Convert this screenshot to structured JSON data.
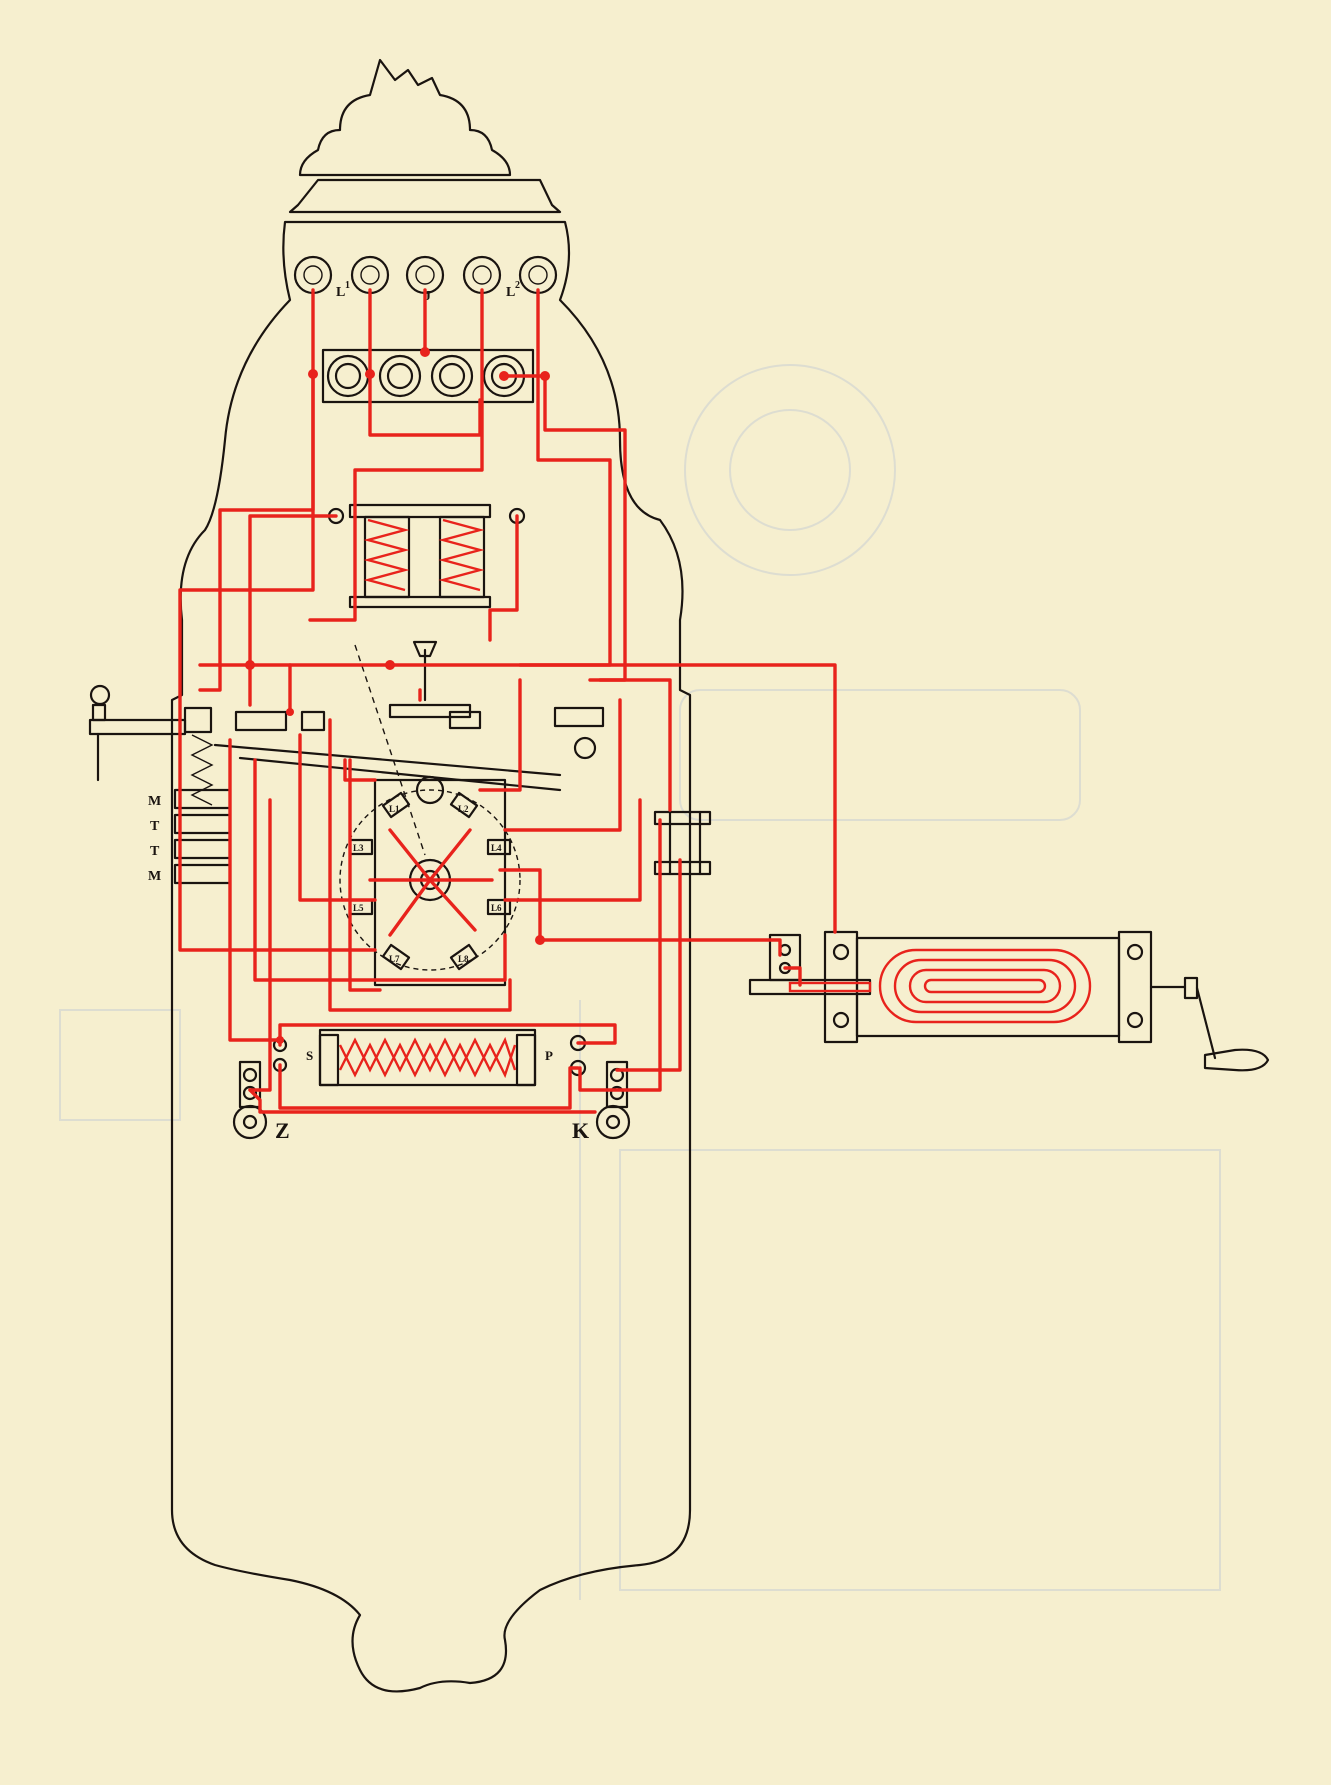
{
  "labels": {
    "terminal_l1": "L",
    "terminal_l1_sup": "1",
    "terminal_j": "J",
    "terminal_l2": "L",
    "terminal_l2_sup": "2",
    "jack_m_top": "M",
    "jack_t_1": "T",
    "jack_t_2": "T",
    "jack_m_bottom": "M",
    "coil_s": "S",
    "coil_p": "P",
    "terminal_z": "Z",
    "terminal_k": "K",
    "switch_l1": "L1",
    "switch_l2": "L2",
    "switch_l3": "L3",
    "switch_l4": "L4",
    "switch_l5": "L5",
    "switch_l6": "L6",
    "switch_l7": "L7",
    "switch_l8": "L8"
  },
  "colors": {
    "paper": "#f6efcf",
    "ink": "#1a1410",
    "wire": "#e8231c"
  }
}
